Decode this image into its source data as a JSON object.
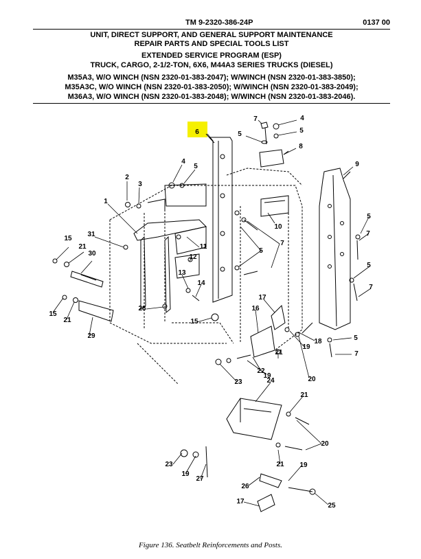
{
  "header": {
    "tm_number": "TM 9-2320-386-24P",
    "page_number": "0137 00",
    "title_line1": "UNIT, DIRECT SUPPORT, AND GENERAL SUPPORT MAINTENANCE",
    "title_line2": "REPAIR PARTS AND SPECIAL TOOLS LIST",
    "program": "EXTENDED SERVICE PROGRAM (ESP)",
    "vehicle": "TRUCK, CARGO, 2-1/2-TON, 6X6, M44A3 SERIES TRUCKS (DIESEL)",
    "model_line1": "M35A3, W/O WINCH (NSN 2320-01-383-2047); W/WINCH (NSN 2320-01-383-3850);",
    "model_line2": "M35A3C, W/O WINCH (NSN 2320-01-383-2050); W/WINCH (NSN 2320-01-383-2049);",
    "model_line3": "M36A3, W/O WINCH (NSN 2320-01-383-2048); W/WINCH (NSN 2320-01-383-2046)."
  },
  "diagram": {
    "highlight_color": "#f5f000",
    "callouts": [
      "6",
      "7",
      "4",
      "5",
      "5",
      "8",
      "9",
      "4",
      "5",
      "2",
      "3",
      "1",
      "10",
      "7",
      "5",
      "31",
      "11",
      "15",
      "21",
      "30",
      "12",
      "13",
      "14",
      "5",
      "7",
      "5",
      "7",
      "15",
      "21",
      "28",
      "17",
      "29",
      "15",
      "16",
      "18",
      "5",
      "19",
      "7",
      "21",
      "22",
      "20",
      "19",
      "23",
      "24",
      "21",
      "20",
      "23",
      "19",
      "27",
      "21",
      "19",
      "26",
      "17",
      "25"
    ]
  },
  "caption": "Figure 136.  Seatbelt Reinforcements and Posts."
}
